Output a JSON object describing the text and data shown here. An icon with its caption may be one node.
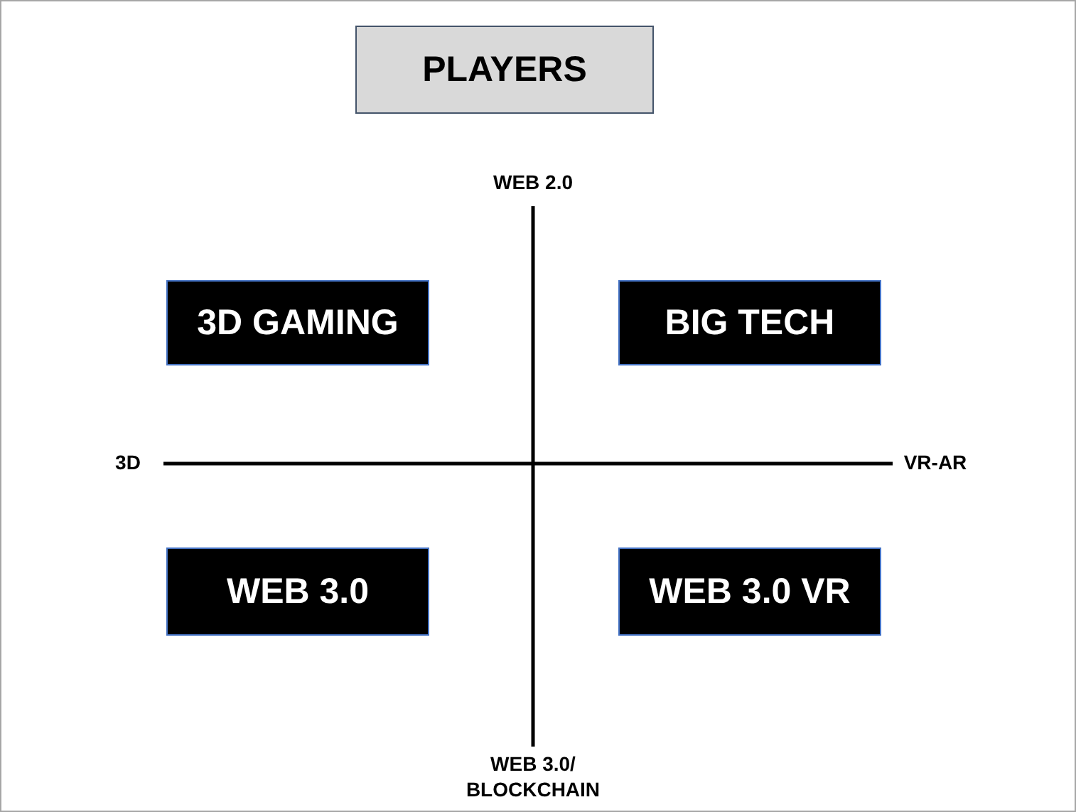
{
  "diagram": {
    "nodes": [
      {
        "text": [
          "PLAYERS"
        ]
      },
      {
        "text": [
          "3D GAMING"
        ]
      },
      {
        "text": [
          "BIG TECH"
        ]
      },
      {
        "text": [
          "WEB 3.0"
        ]
      },
      {
        "text": [
          "WEB 3.0 VR"
        ]
      }
    ],
    "edges": [],
    "labels": [
      "WEB 2.0",
      "3D",
      "VR-AR",
      "WEB 3.0/ BLOCKCHAIN"
    ]
  }
}
